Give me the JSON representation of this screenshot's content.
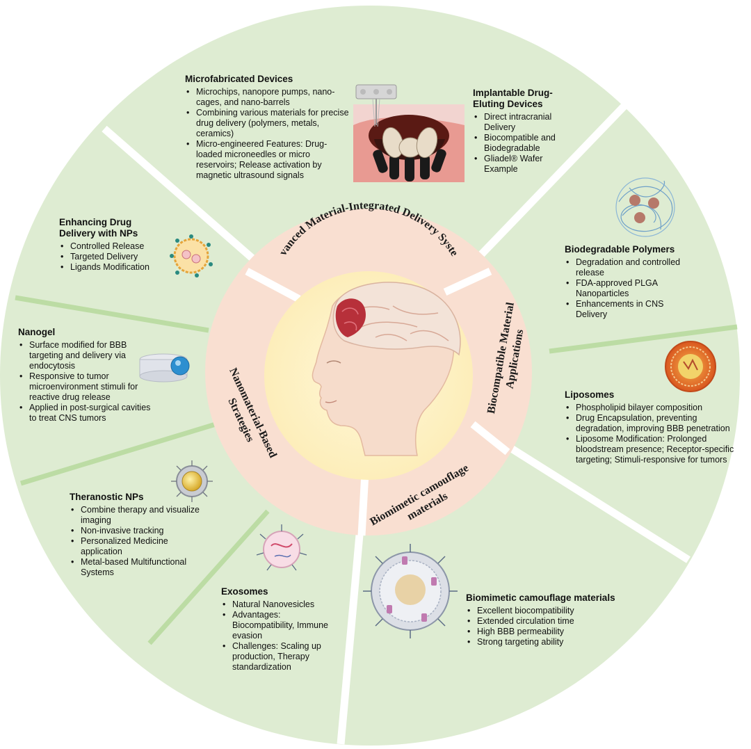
{
  "center_title": {
    "top": "Advanced Material-Integrated Delivery Systems",
    "right": "Biocompatible Material Applications",
    "bottom": "Biomimetic camouflage materials",
    "left": "Nanomaterial-Based Strategies"
  },
  "sections": {
    "microfabricated": {
      "title": "Microfabricated Devices",
      "items": [
        "Microchips, nanopore pumps, nano-cages, and nano-barrels",
        "Combining various materials for precise drug delivery (polymers, metals, ceramics)",
        "Micro-engineered Features: Drug-loaded microneedles or micro reservoirs; Release activation by magnetic ultrasound signals"
      ]
    },
    "implantable": {
      "title": "Implantable Drug-Eluting Devices",
      "items": [
        "Direct intracranial Delivery",
        "Biocompatible and Biodegradable",
        "Gliadel® Wafer Example"
      ]
    },
    "biodegradable": {
      "title": "Biodegradable Polymers",
      "items": [
        "Degradation and controlled release",
        "FDA-approved PLGA Nanoparticles",
        "Enhancements in CNS Delivery"
      ]
    },
    "liposomes": {
      "title": "Liposomes",
      "items": [
        "Phospholipid bilayer composition",
        "Drug Encapsulation, preventing degradation, improving BBB penetration",
        "Liposome Modification: Prolonged bloodstream presence; Receptor-specific targeting; Stimuli-responsive for tumors"
      ]
    },
    "biomimetic": {
      "title": "Biomimetic camouflage materials",
      "items": [
        "Excellent biocompatibility",
        "Extended circulation time",
        "High BBB permeability",
        "Strong targeting ability"
      ]
    },
    "exosomes": {
      "title": "Exosomes",
      "items": [
        "Natural Nanovesicles",
        "Advantages: Biocompatibility, Immune evasion",
        "Challenges: Scaling up production, Therapy standardization"
      ]
    },
    "theranostic": {
      "title": "Theranostic NPs",
      "items": [
        "Combine therapy and visualize imaging",
        "Non-invasive tracking",
        "Personalized Medicine application",
        "Metal-based Multifunctional Systems"
      ]
    },
    "nanogel": {
      "title": "Nanogel",
      "items": [
        "Surface modified for BBB targeting and delivery via endocytosis",
        "Responsive to tumor microenvironment stimuli for reactive drug release",
        "Applied in post-surgical cavities to treat CNS tumors"
      ]
    },
    "enhancing": {
      "title": "Enhancing Drug Delivery with NPs",
      "items": [
        "Controlled Release",
        "Targeted Delivery",
        "Ligands Modification"
      ]
    }
  },
  "colors": {
    "outer_ring": "#deecd2",
    "middle_ring": "#f9dfd1",
    "inner_disc": "#fdf0c6",
    "divider": "#ffffff",
    "green_divider": "#bcdca4"
  }
}
